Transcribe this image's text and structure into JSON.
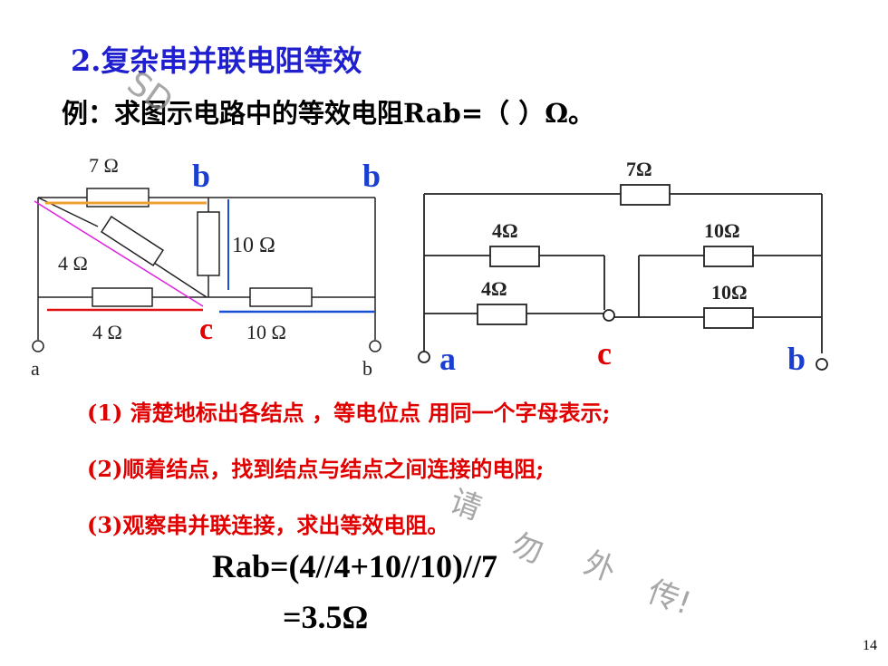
{
  "title": "2.复杂串并联电阻等效",
  "question": "例：求图示电路中的等效电阻Rab=（ ）Ω。",
  "left_circuit": {
    "r_top": "7 Ω",
    "r_diag": "4 Ω",
    "r_vert": "10 Ω",
    "r_bottom_left": "4 Ω",
    "r_bottom_right": "10 Ω",
    "node_b1": "b",
    "node_b2": "b",
    "node_c": "c",
    "term_a": "a",
    "term_b": "b"
  },
  "right_circuit": {
    "r_7": "7Ω",
    "r_4a": "4Ω",
    "r_4b": "4Ω",
    "r_10a": "10Ω",
    "r_10b": "10Ω",
    "node_a": "a",
    "node_c": "c",
    "node_b": "b"
  },
  "steps": [
    "(1) 清楚地标出各结点 ，等电位点 用同一个字母表示;",
    "(2)顺着结点，找到结点与结点之间连接的电阻;",
    "(3)观察串并联连接，求出等效电阻。"
  ],
  "result_line1": "Rab=(4//4+10//10)//7",
  "result_line2": "=3.5Ω",
  "page_number": "14",
  "watermark": {
    "part1": "SD",
    "part2": "请",
    "part3": "勿",
    "part4": "外",
    "part5": "传!"
  }
}
